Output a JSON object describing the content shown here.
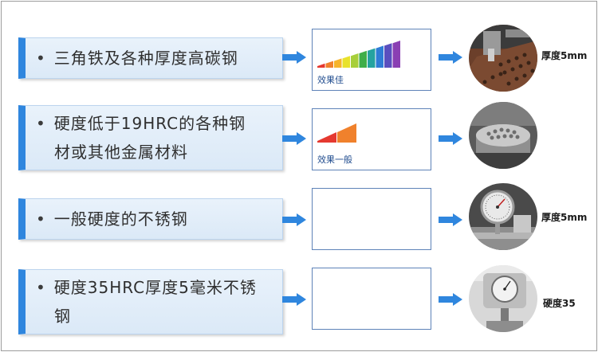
{
  "rows": [
    {
      "label_lines": [
        "三角铁及各种厚度高碳钢"
      ],
      "effect_label": "效果佳",
      "caption": "厚度5mm"
    },
    {
      "label_lines": [
        "硬度低于19HRC的各种钢",
        "材或其他金属材料"
      ],
      "effect_label": "效果一般",
      "caption": ""
    },
    {
      "label_lines": [
        "一般硬度的不锈钢"
      ],
      "effect_label": "",
      "caption": "厚度5mm"
    },
    {
      "label_lines": [
        "硬度35HRC厚度5毫米不锈",
        "钢"
      ],
      "effect_label": "",
      "caption": "硬度35"
    }
  ],
  "bullet": "•",
  "rating_colors": [
    "#e53930",
    "#f0812c",
    "#f6b42b",
    "#e8e22c",
    "#a7cf3a",
    "#3fae49",
    "#25a3a0",
    "#2f7cd6",
    "#5a4fbf",
    "#8a3fb3"
  ],
  "arrow_color": "#2f86de"
}
